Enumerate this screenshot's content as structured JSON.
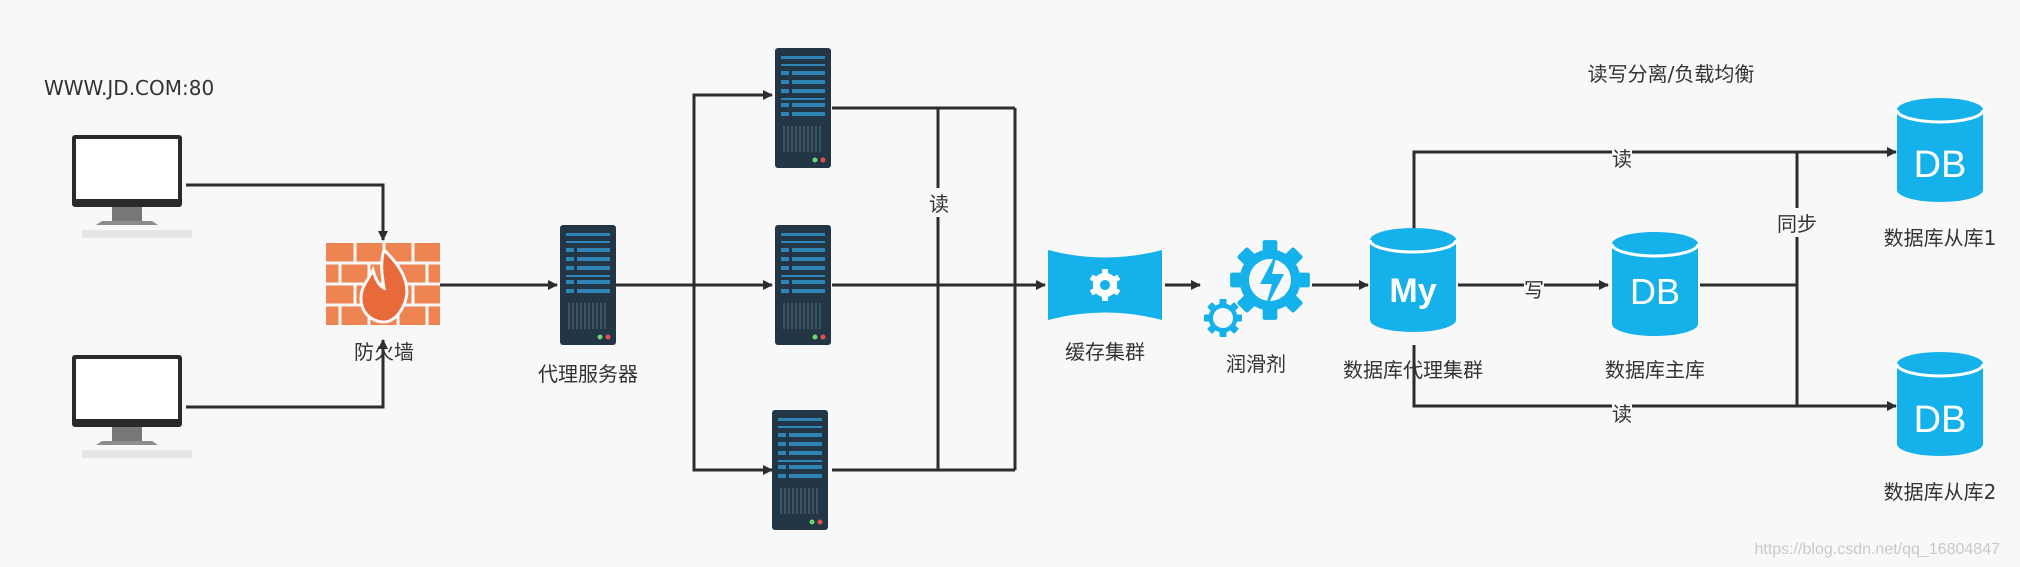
{
  "header": {
    "url": "WWW.JD.COM:80",
    "title": "读写分离/负载均衡"
  },
  "nodes": {
    "firewall": "防火墙",
    "proxy": "代理服务器",
    "cache": "缓存集群",
    "lubricant": "润滑剂",
    "db_proxy": "数据库代理集群",
    "db_master": "数据库主库",
    "db_slave1": "数据库从库1",
    "db_slave2": "数据库从库2"
  },
  "edges": {
    "read": "读",
    "write": "写",
    "sync": "同步"
  },
  "icons": {
    "mysql": "My",
    "db": "DB"
  },
  "watermark": "https://blog.csdn.net/qq_16804847",
  "colors": {
    "line": "#2d2d2d",
    "accent": "#14b1ea",
    "firewall": "#ee8452",
    "server": "#223645",
    "server_light": "#2e84b4"
  }
}
